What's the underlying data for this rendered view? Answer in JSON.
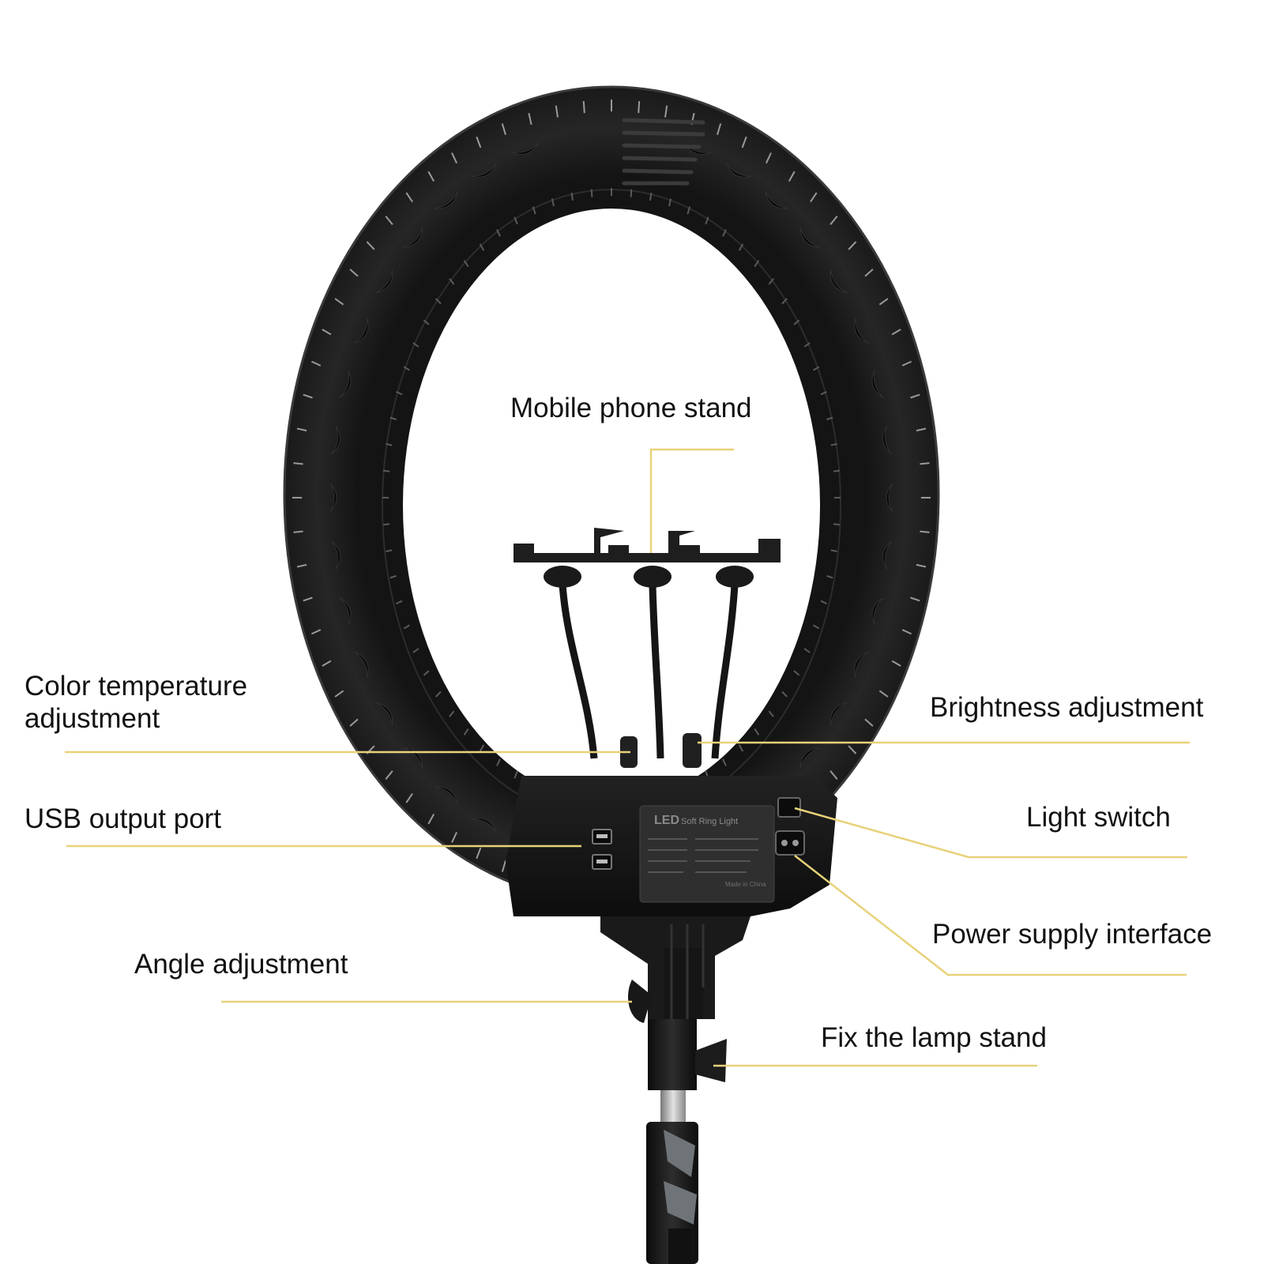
{
  "colors": {
    "leader": "#e8d27a",
    "ring": "#1b1b1b",
    "ring_edge": "#2a2a2a",
    "text": "#111111"
  },
  "labels": {
    "mobile_phone_stand": "Mobile phone stand",
    "color_temperature": "Color temperature\nadjustment",
    "brightness": "Brightness adjustment",
    "usb_port": "USB output port",
    "light_switch": "Light switch",
    "angle": "Angle adjustment",
    "power_supply": "Power supply interface",
    "fix_stand": "Fix the lamp stand"
  },
  "product_panel": {
    "brand": "LED",
    "title": "Soft Ring Light",
    "footer": "Made in China"
  }
}
